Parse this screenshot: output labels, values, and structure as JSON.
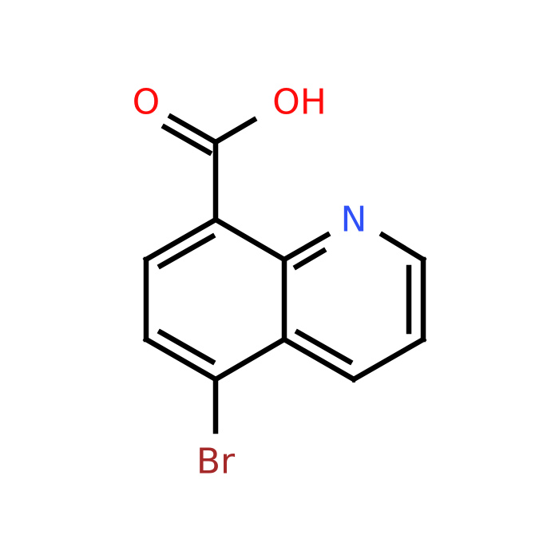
{
  "molecule": {
    "atoms": {
      "carbonyl_o": {
        "symbol": "O",
        "color": "#ff0d0d"
      },
      "hydroxyl": {
        "symbol": "OH",
        "color": "#ff0d0d"
      },
      "ring_n": {
        "symbol": "N",
        "color": "#3050f8"
      },
      "bromine": {
        "symbol": "Br",
        "color": "#a62929"
      }
    }
  }
}
